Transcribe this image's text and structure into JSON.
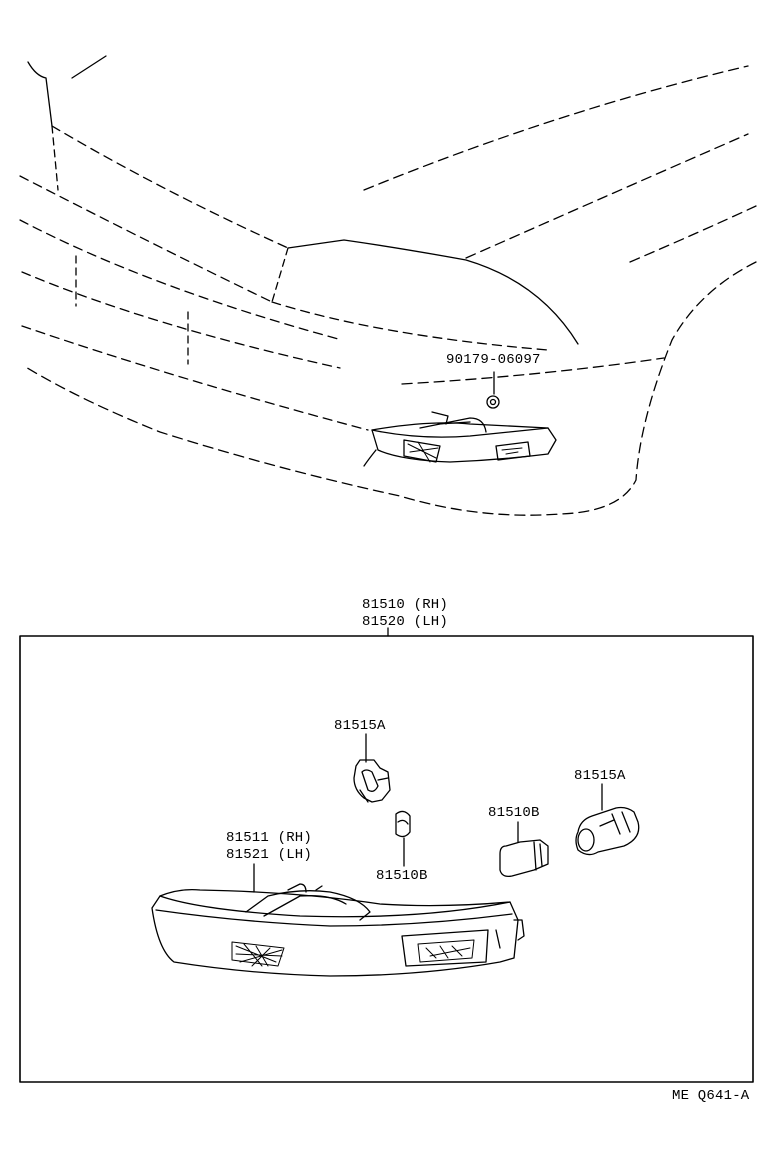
{
  "labels": {
    "clip": "90179-06097",
    "assembly_rh": "81510 (RH)",
    "assembly_lh": "81520 (LH)",
    "socket_upper": "81515A",
    "socket_right": "81515A",
    "bulb_small": "81510B",
    "bulb_right": "81510B",
    "lens_rh": "81511 (RH)",
    "lens_lh": "81521 (LH)",
    "figure_code": "ME Q641-A"
  }
}
